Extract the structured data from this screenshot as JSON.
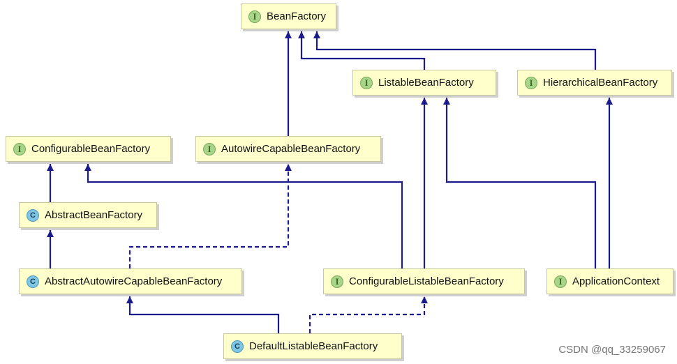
{
  "diagram": {
    "nodes": [
      {
        "id": "BeanFactory",
        "label": "BeanFactory",
        "kind": "interface",
        "badge": "I"
      },
      {
        "id": "ListableBeanFactory",
        "label": "ListableBeanFactory",
        "kind": "interface",
        "badge": "I"
      },
      {
        "id": "HierarchicalBeanFactory",
        "label": "HierarchicalBeanFactory",
        "kind": "interface",
        "badge": "I"
      },
      {
        "id": "ConfigurableBeanFactory",
        "label": "ConfigurableBeanFactory",
        "kind": "interface",
        "badge": "I"
      },
      {
        "id": "AutowireCapableBeanFactory",
        "label": "AutowireCapableBeanFactory",
        "kind": "interface",
        "badge": "I"
      },
      {
        "id": "AbstractBeanFactory",
        "label": "AbstractBeanFactory",
        "kind": "class",
        "badge": "C"
      },
      {
        "id": "AbstractAutowireCapableBeanFactory",
        "label": "AbstractAutowireCapableBeanFactory",
        "kind": "class",
        "badge": "C"
      },
      {
        "id": "ConfigurableListableBeanFactory",
        "label": "ConfigurableListableBeanFactory",
        "kind": "interface",
        "badge": "I"
      },
      {
        "id": "ApplicationContext",
        "label": "ApplicationContext",
        "kind": "interface",
        "badge": "I"
      },
      {
        "id": "DefaultListableBeanFactory",
        "label": "DefaultListableBeanFactory",
        "kind": "class",
        "badge": "C"
      }
    ],
    "edges": [
      {
        "from": "AutowireCapableBeanFactory",
        "to": "BeanFactory",
        "style": "solid"
      },
      {
        "from": "ListableBeanFactory",
        "to": "BeanFactory",
        "style": "solid"
      },
      {
        "from": "HierarchicalBeanFactory",
        "to": "BeanFactory",
        "style": "solid"
      },
      {
        "from": "AbstractBeanFactory",
        "to": "ConfigurableBeanFactory",
        "style": "solid"
      },
      {
        "from": "AbstractAutowireCapableBeanFactory",
        "to": "AbstractBeanFactory",
        "style": "solid"
      },
      {
        "from": "AbstractAutowireCapableBeanFactory",
        "to": "AutowireCapableBeanFactory",
        "style": "dashed"
      },
      {
        "from": "ConfigurableListableBeanFactory",
        "to": "ConfigurableBeanFactory",
        "style": "solid"
      },
      {
        "from": "ConfigurableListableBeanFactory",
        "to": "ListableBeanFactory",
        "style": "solid"
      },
      {
        "from": "ApplicationContext",
        "to": "ListableBeanFactory",
        "style": "solid"
      },
      {
        "from": "ApplicationContext",
        "to": "HierarchicalBeanFactory",
        "style": "solid"
      },
      {
        "from": "DefaultListableBeanFactory",
        "to": "AbstractAutowireCapableBeanFactory",
        "style": "solid"
      },
      {
        "from": "DefaultListableBeanFactory",
        "to": "ConfigurableListableBeanFactory",
        "style": "dashed"
      }
    ]
  },
  "colors": {
    "edge": "#1a1a8c",
    "node_fill": "#ffffcc",
    "interface_badge": "#a8d58a",
    "class_badge": "#7fc6e4"
  },
  "watermark": "CSDN @qq_33259067"
}
